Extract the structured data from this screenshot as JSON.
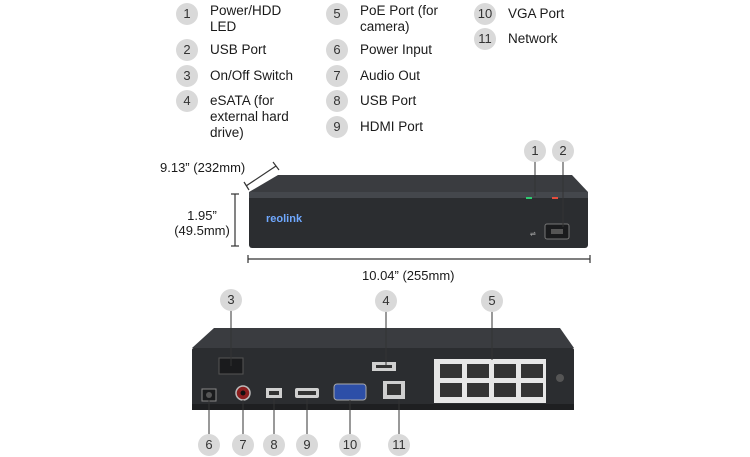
{
  "legend": [
    {
      "num": "1",
      "label": "Power/HDD LED"
    },
    {
      "num": "2",
      "label": "USB Port"
    },
    {
      "num": "3",
      "label": "On/Off Switch"
    },
    {
      "num": "4",
      "label": "eSATA (for external hard drive)"
    },
    {
      "num": "5",
      "label": "PoE Port (for camera)"
    },
    {
      "num": "6",
      "label": "Power Input"
    },
    {
      "num": "7",
      "label": "Audio Out"
    },
    {
      "num": "8",
      "label": "USB Port"
    },
    {
      "num": "9",
      "label": "HDMI Port"
    },
    {
      "num": "10",
      "label": "VGA Port"
    },
    {
      "num": "11",
      "label": "Network"
    }
  ],
  "dimensions": {
    "depth": "9.13” (232mm)",
    "height_line1": "1.95”",
    "height_line2": "(49.5mm)",
    "width": "10.04” (255mm)"
  },
  "brand": "reolink",
  "colors": {
    "body": "#2b2d30",
    "badge": "#d9d9d9",
    "led_green": "#2ecc71",
    "led_red": "#e74c3c"
  }
}
